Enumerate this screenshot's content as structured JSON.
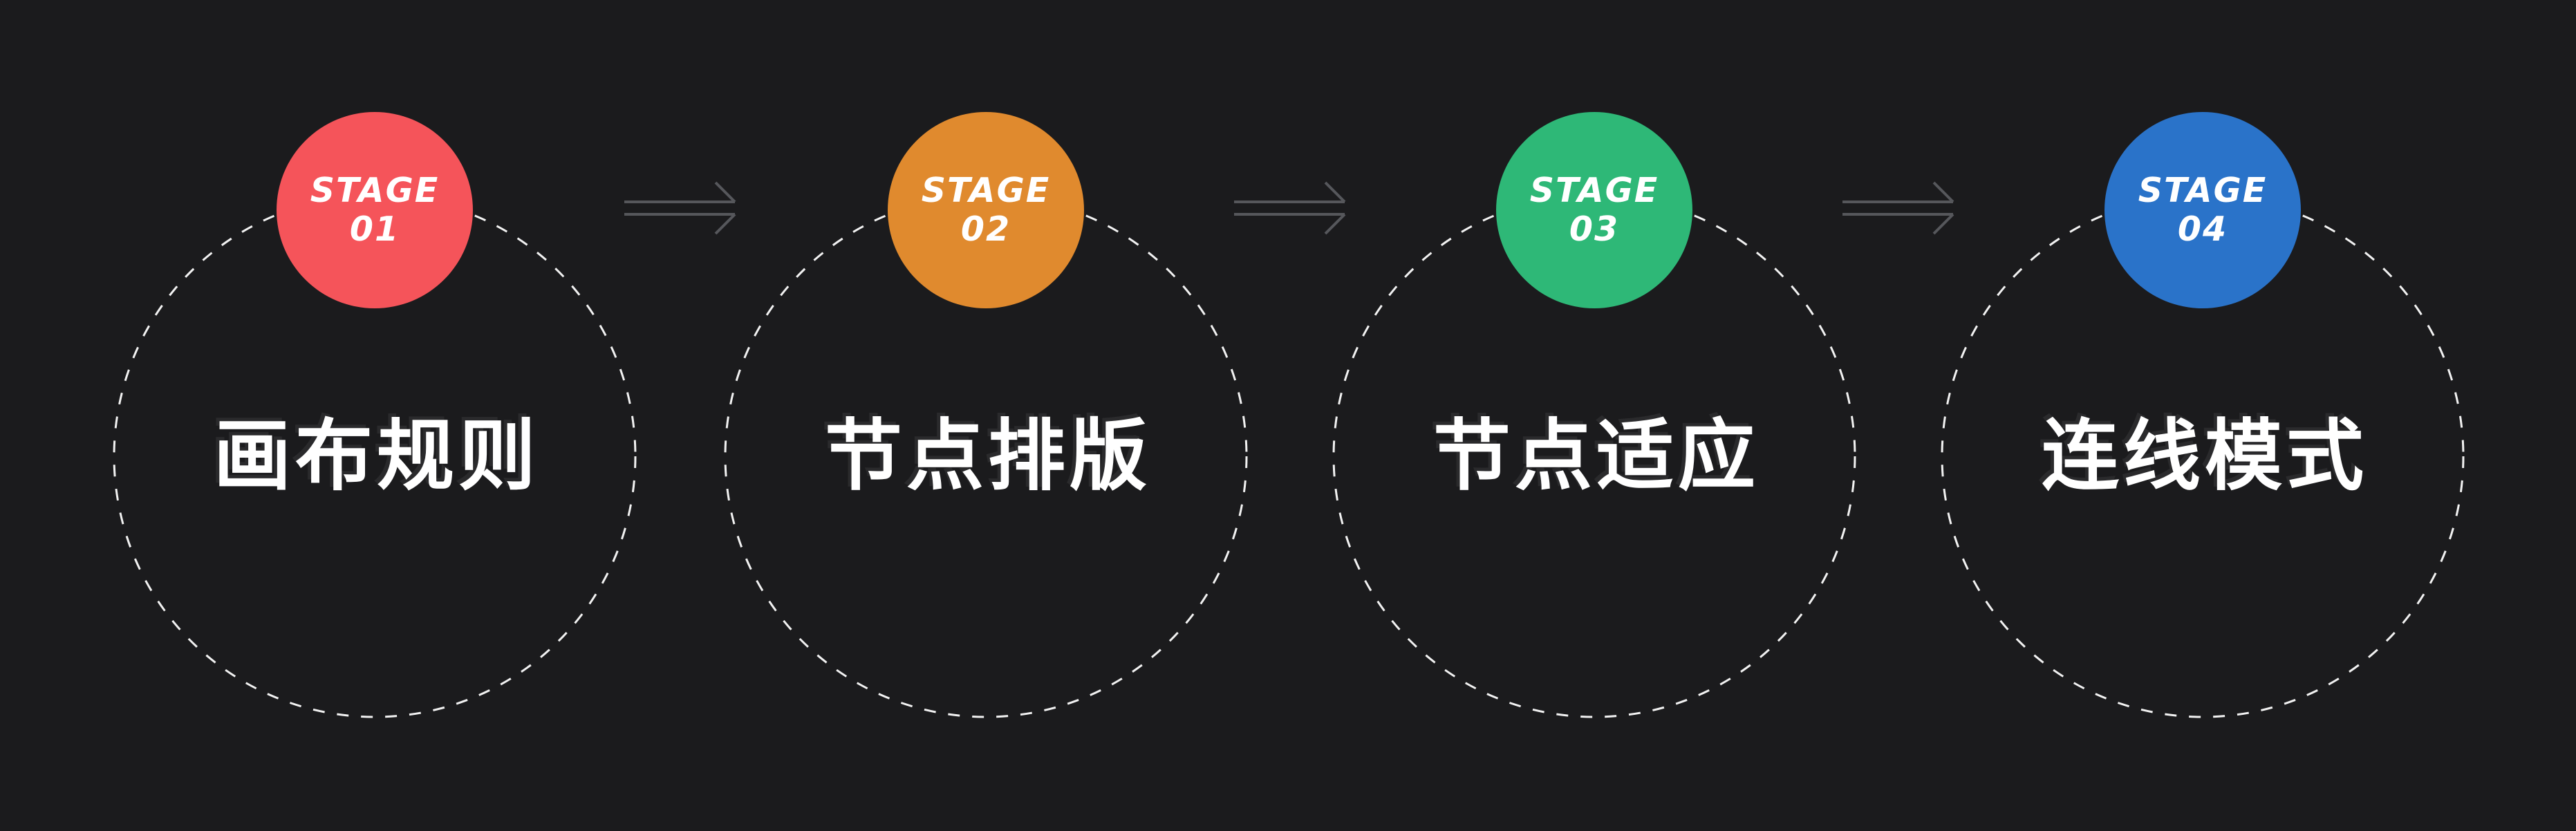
{
  "theme": {
    "background": "#1b1b1d",
    "dash_color": "#f2f2f2",
    "arrow_color": "#56575b",
    "text_color": "#ffffff"
  },
  "stages": [
    {
      "stage_label": "STAGE",
      "number": "01",
      "title": "画布规则",
      "color": "#f5545a"
    },
    {
      "stage_label": "STAGE",
      "number": "02",
      "title": "节点排版",
      "color": "#e08a2e"
    },
    {
      "stage_label": "STAGE",
      "number": "03",
      "title": "节点适应",
      "color": "#2eb877"
    },
    {
      "stage_label": "STAGE",
      "number": "04",
      "title": "连线模式",
      "color": "#2a73c9"
    }
  ],
  "arrows": {
    "icon": "double-arrow-right"
  }
}
